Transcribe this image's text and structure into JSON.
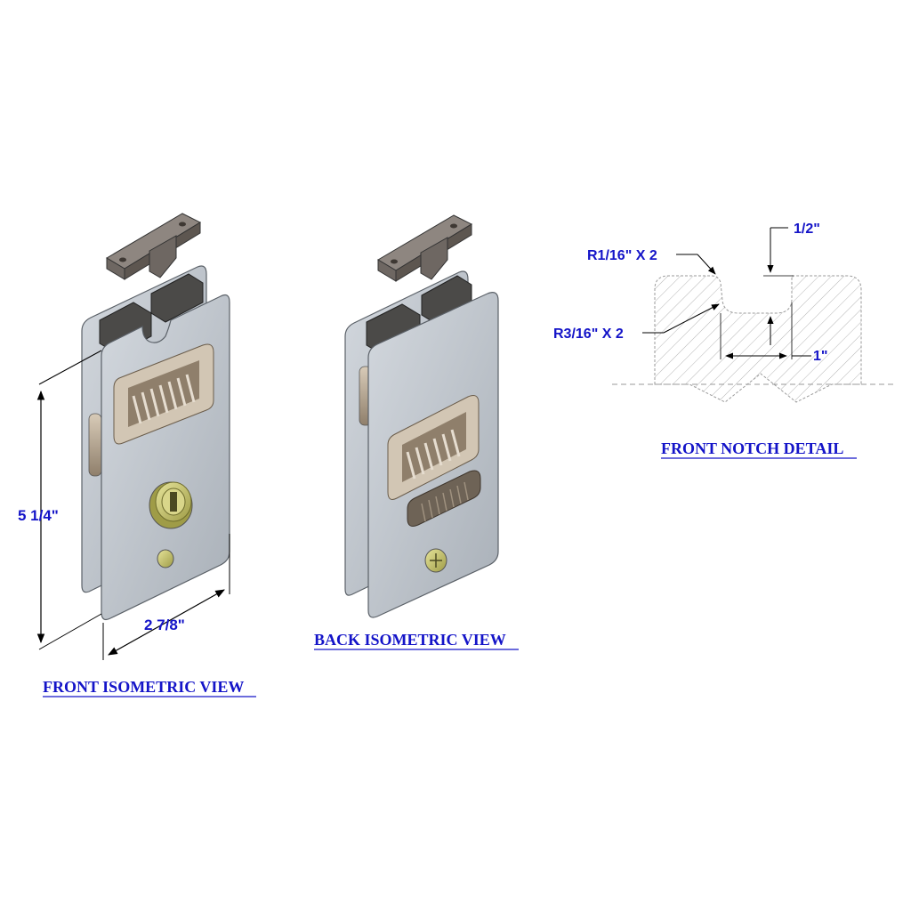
{
  "views": {
    "front": {
      "title": "FRONT ISOMETRIC VIEW"
    },
    "back": {
      "title": "BACK ISOMETRIC VIEW"
    },
    "notch": {
      "title": "FRONT NOTCH DETAIL"
    }
  },
  "dimensions": {
    "height": "5 1/4\"",
    "width": "2 7/8\"",
    "notch_depth": "1/2\"",
    "notch_width": "1\"",
    "radius_small": "R1/16\" X 2",
    "radius_large": "R3/16\" X 2"
  },
  "colors": {
    "annotation": "#1414c8",
    "plate": "#b9bfc6",
    "plate_edge": "#5b6168",
    "bracket": "#6e6762",
    "handle_bronze": "#b0a08c",
    "lock_brass": "#c9c76a"
  }
}
